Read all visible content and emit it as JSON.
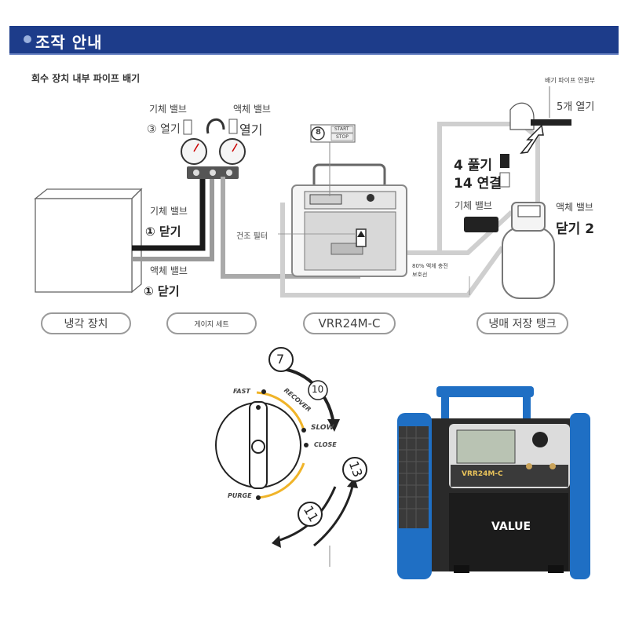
{
  "banner": {
    "title": "조작 안내"
  },
  "section": {
    "title": "회수 장치 내부 파이프 배기"
  },
  "labels": {
    "gas_valve_top": "기체 밸브",
    "liquid_valve_top": "액체 밸브",
    "step3_open": "③ 열기",
    "open_liquid": "열기",
    "gas_valve_left": "기체 밸브",
    "step1_close_gas": "① 닫기",
    "liquid_valve_left": "액체 밸브",
    "step1_close_liquid": "① 닫기",
    "dry_filter": "건조 필터",
    "start": "START",
    "stop": "STOP",
    "step8": "8",
    "exhaust_pipe": "배기 파이프 연결부",
    "step5_open": "5개 열기",
    "step4_loosen": "4 풀기",
    "step14_connect": "14 연결",
    "tank_gas_valve": "기체 밸브",
    "step2_close": "②",
    "tank_liquid_valve": "액체 밸브",
    "close2": "닫기 2",
    "charge_80_line1": "80% 액체 충전",
    "charge_80_line2": "보호선"
  },
  "pills": {
    "refrigeration": "냉각 장치",
    "gauge_set": "게이지 세트",
    "model": "VRR24M-C",
    "tank": "냉매 저장 탱크"
  },
  "dial": {
    "fast": "FAST",
    "recover": "RECOVER",
    "slow": "SLOW",
    "close": "CLOSE",
    "purge": "PURGE",
    "step7": "7",
    "step10": "10",
    "step11": "11",
    "step13": "13"
  },
  "device": {
    "model_label": "VRR24M-C",
    "brand": "VALUE"
  },
  "colors": {
    "banner": "#1d3c8a",
    "dial_arc": "#f0b429",
    "device_blue": "#1f6fc4",
    "device_body": "#2a2a2a"
  }
}
